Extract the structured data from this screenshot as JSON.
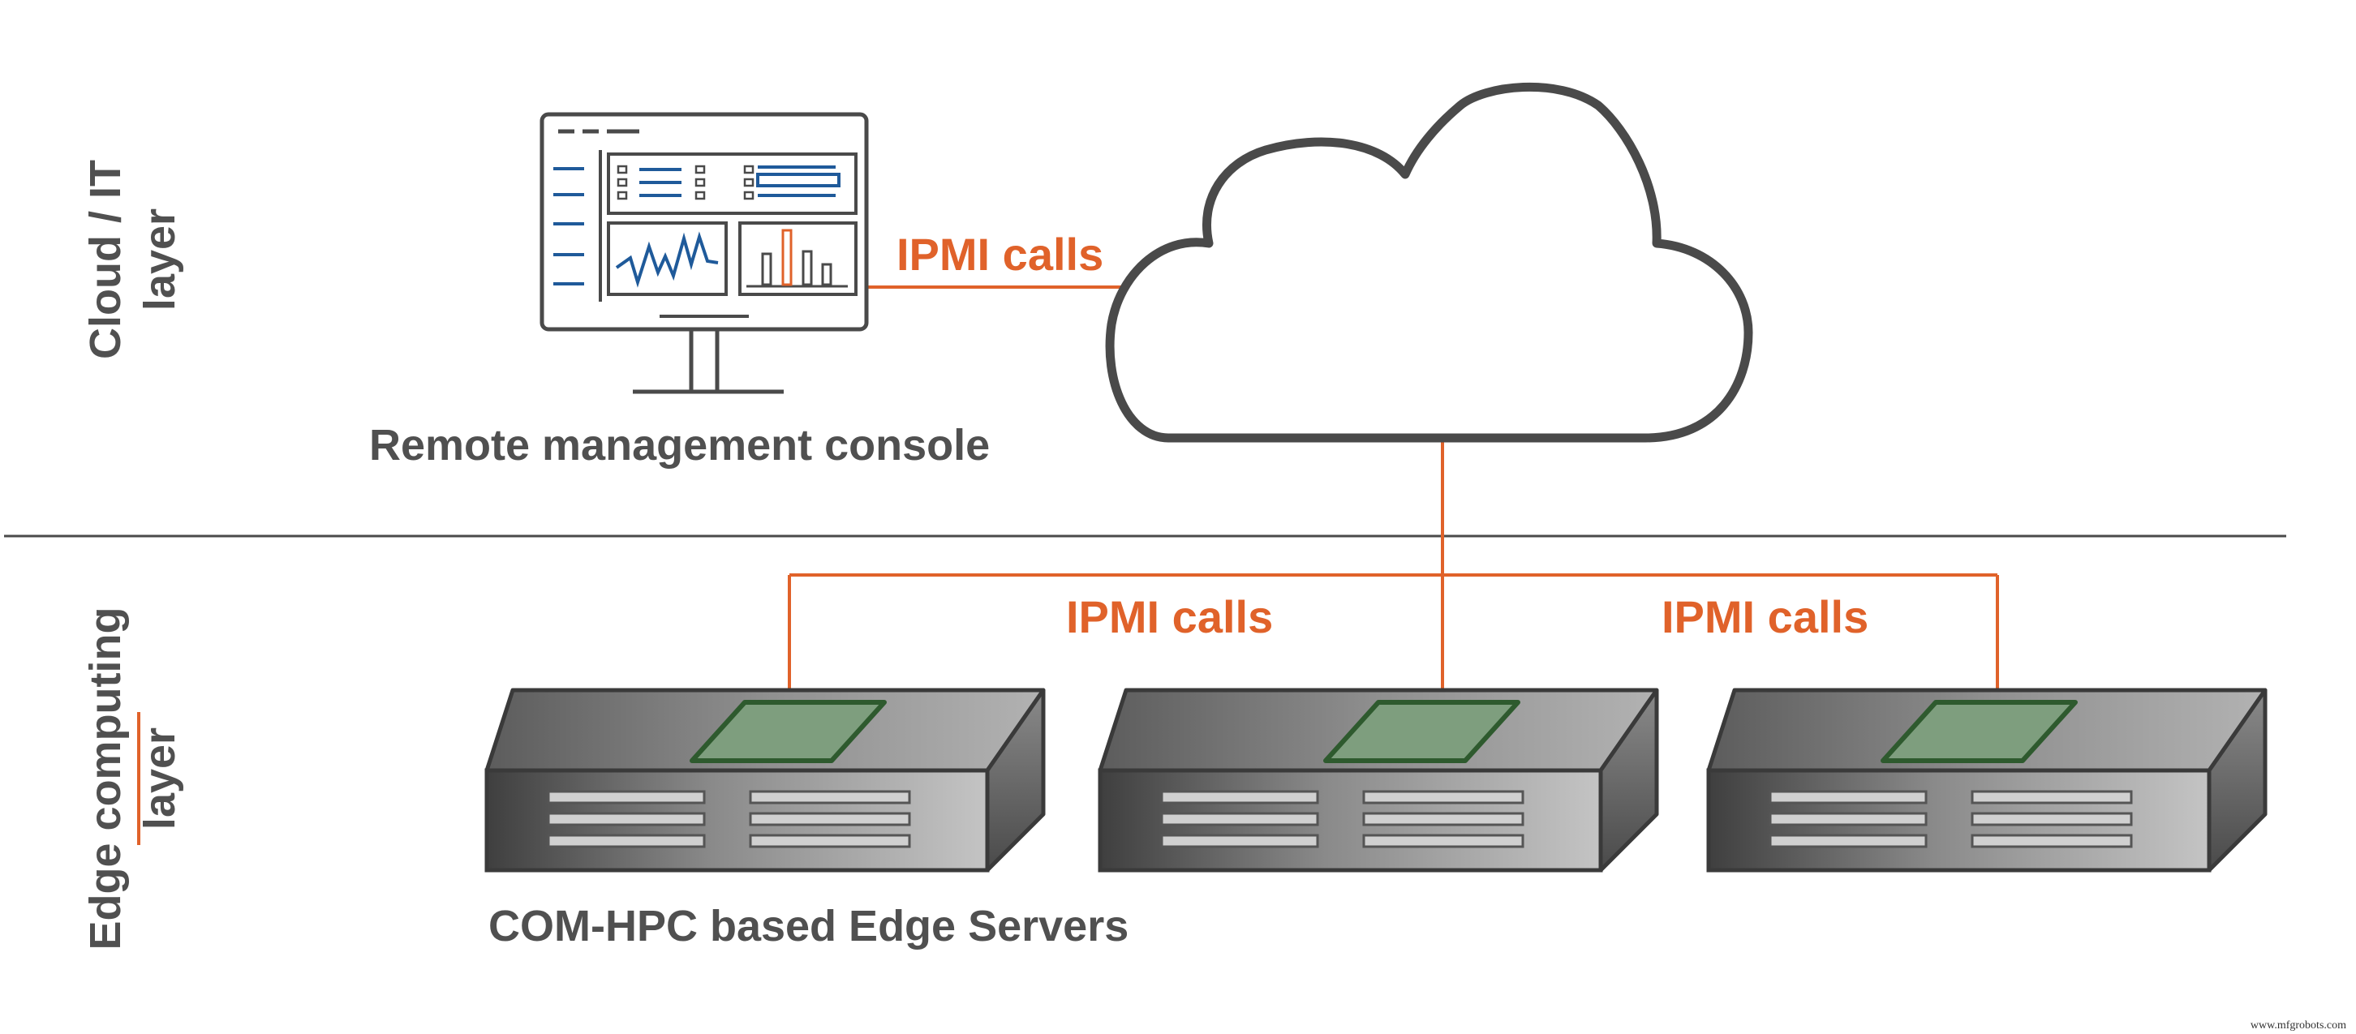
{
  "layers": {
    "cloud": {
      "line1": "Cloud / IT",
      "line2": "layer"
    },
    "edge": {
      "line1": "Edge computing",
      "line2": "layer"
    }
  },
  "console": {
    "caption": "Remote management console"
  },
  "connections": {
    "top": "IPMI calls",
    "bottom_left": "IPMI calls",
    "bottom_right": "IPMI calls"
  },
  "servers": {
    "caption": "COM-HPC based Edge Servers",
    "count": 3
  },
  "watermark": "www.mfgrobots.com",
  "colors": {
    "accent": "#E0622A",
    "dark": "#505050",
    "chart_blue": "#1F5A9A",
    "module_green": "#7E9E7E",
    "module_border": "#2E5A2E"
  },
  "icons": [
    "monitor-icon",
    "cloud-icon",
    "server-icon",
    "module-icon"
  ]
}
